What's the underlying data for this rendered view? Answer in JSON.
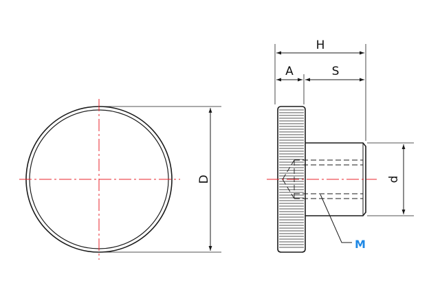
{
  "labels": {
    "H": "H",
    "A": "A",
    "S": "S",
    "D": "D",
    "d": "d",
    "M": "M"
  },
  "colors": {
    "outline": "#1a1a1a",
    "centerline": "#e8202a",
    "thread_label": "#1e88e5",
    "background": "#ffffff"
  }
}
